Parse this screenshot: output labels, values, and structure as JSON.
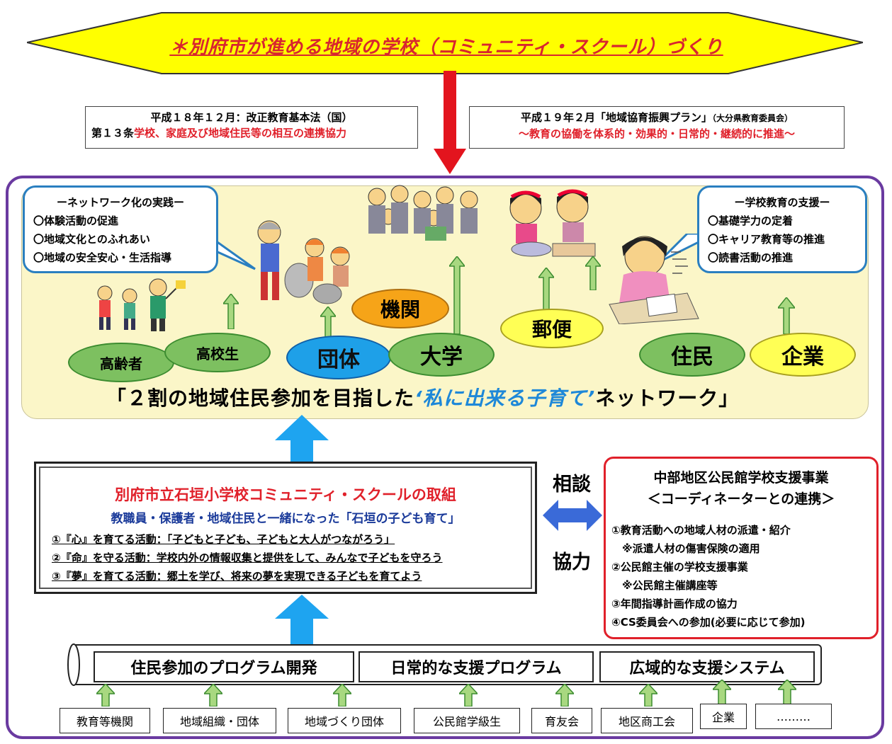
{
  "banner": {
    "title": "＊別府市が進める地域の学校（コミュニティ・スクール）づくり"
  },
  "law_left": {
    "line1": "平成１８年１２月：改正教育基本法（国）",
    "line2_black": "第１３条",
    "line2_red": "学校、家庭及び地域住民等の相互の連携協力"
  },
  "law_right": {
    "line1_main": "平成１９年２月「地域協育振興プラン」",
    "line1_small": "（大分県教育委員会）",
    "line2": "～教育の協働を体系的・効果的・日常的・継続的に推進～"
  },
  "bubble_left": {
    "title": "ーネットワーク化の実践ー",
    "items": [
      "〇体験活動の促進",
      "〇地域文化とのふれあい",
      "〇地域の安全安心・生活指導"
    ]
  },
  "bubble_right": {
    "title": "ー学校教育の支援ー",
    "items": [
      "〇基礎学力の定着",
      "〇キャリア教育等の推進",
      "〇読書活動の推進"
    ]
  },
  "nodes": {
    "elderly": "高齢者",
    "highschool": "高校生",
    "group": "団体",
    "university": "大学",
    "institution": "機関",
    "post": "郵便",
    "resident": "住民",
    "company": "企業"
  },
  "network_title": {
    "pre": "「２割の地域住民参加を目指した",
    "highlight": "‘私に出来る子育て’",
    "post": "ネットワーク」"
  },
  "school": {
    "title": "別府市立石垣小学校コミュニティ・スクールの取組",
    "subtitle": "教職員・保護者・地域住民と一緒になった「石垣の子ども育て」",
    "items": [
      "①『心』を育てる活動：「子どもと子ども、子どもと大人がつながろう」",
      "②『命』を守る活動：学校内外の情報収集と提供をして、みんなで子どもを守ろう",
      "③『夢』を育てる活動：郷土を学び、将来の夢を実現できる子どもを育てよう"
    ]
  },
  "consult": "相談",
  "cooperate": "協力",
  "support": {
    "title1": "中部地区公民館学校支援事業",
    "title2": "＜コーディネーターとの連携＞",
    "items": [
      "①教育活動への地域人材の派遣・紹介",
      "　※派遣人材の傷害保険の適用",
      "②公民館主催の学校支援事業",
      "　※公民館主催講座等",
      "③年間指導計画作成の協力",
      "④CS委員会への参加(必要に応じて参加)"
    ]
  },
  "programs": [
    "住民参加のプログラム開発",
    "日常的な支援プログラム",
    "広域的な支援システム"
  ],
  "orgs": [
    "教育等機関",
    "地域組織・団体",
    "地域づくり団体",
    "公民館学級生",
    "育友会",
    "地区商工会",
    "企業",
    "………"
  ]
}
